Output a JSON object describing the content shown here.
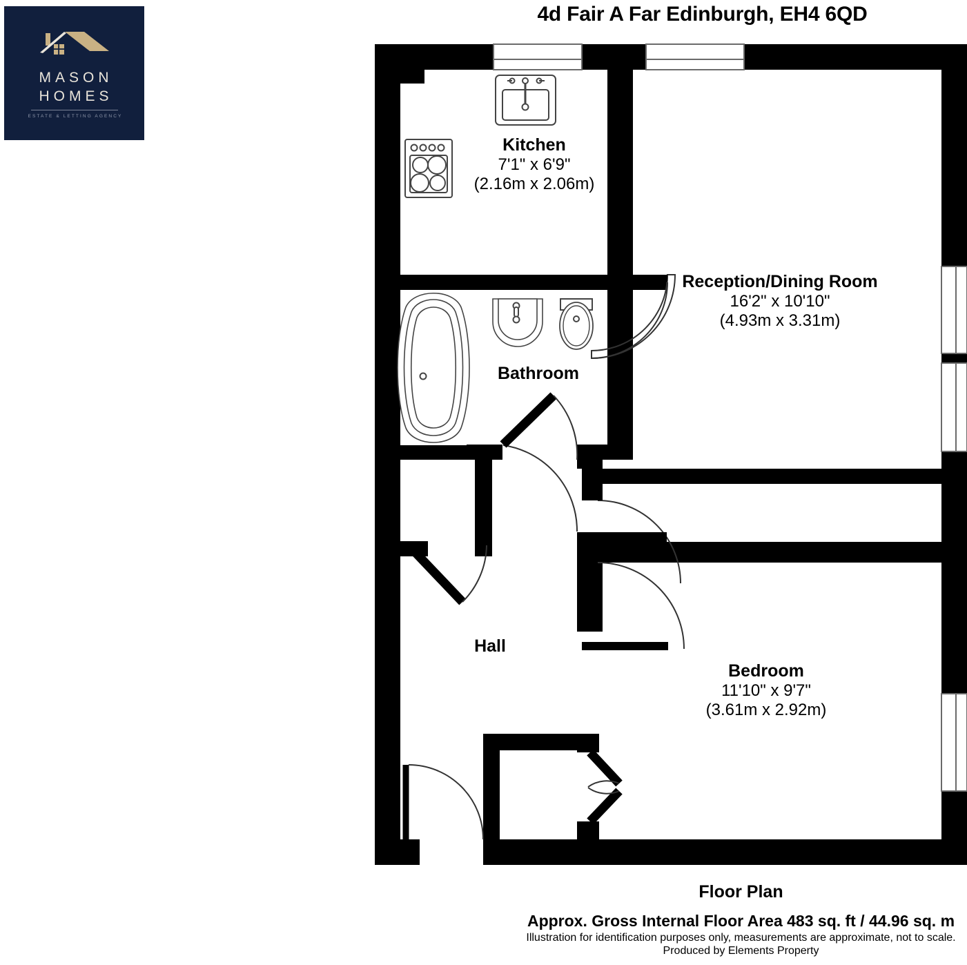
{
  "header": {
    "title": "4d Fair A Far Edinburgh, EH4 6QD"
  },
  "logo": {
    "icon": "house-roof-icon",
    "line1": "MASON",
    "line2": "HOMES",
    "tagline": "ESTATE & LETTING AGENCY",
    "background_color": "#111f3d",
    "roof_color": "#c9b184",
    "text_color": "#e9e4da"
  },
  "rooms": [
    {
      "name": "Kitchen",
      "dim_imperial": "7'1\" x 6'9\"",
      "dim_metric": "(2.16m x 2.06m)",
      "fixtures": [
        "sink-icon",
        "hob-icon",
        "door-swing-icon"
      ]
    },
    {
      "name": "Bathroom",
      "dim_imperial": "",
      "dim_metric": "",
      "fixtures": [
        "bathtub-icon",
        "washbasin-icon",
        "toilet-icon",
        "door-swing-icon"
      ]
    },
    {
      "name": "Reception/Dining Room",
      "dim_imperial": "16'2\" x 10'10\"",
      "dim_metric": "(4.93m x 3.31m)",
      "fixtures": [
        "window-icon",
        "window-icon",
        "door-swing-icon"
      ]
    },
    {
      "name": "Bedroom",
      "dim_imperial": "11'10\" x 9'7\"",
      "dim_metric": "(3.61m x 2.92m)",
      "fixtures": [
        "window-icon",
        "door-swing-icon",
        "bifold-door-icon"
      ]
    },
    {
      "name": "Hall",
      "dim_imperial": "",
      "dim_metric": "",
      "fixtures": [
        "cupboard-icon",
        "door-swing-icon",
        "entry-door-icon"
      ]
    }
  ],
  "footer": {
    "plan_title": "Floor Plan",
    "area_line": "Approx. Gross Internal Floor Area 483 sq. ft / 44.96 sq. m",
    "disclaimer": "Illustration for identification purposes only, measurements are approximate, not to scale.",
    "producer": "Produced by Elements Property"
  },
  "colors": {
    "wall": "#000000",
    "fixture_stroke": "#333333",
    "background": "#ffffff"
  }
}
